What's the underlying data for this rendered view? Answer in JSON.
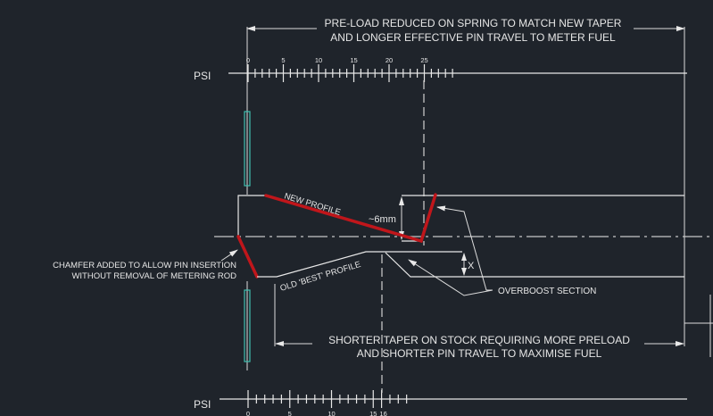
{
  "top_note": {
    "line1": "PRE-LOAD REDUCED ON SPRING TO MATCH NEW TAPER",
    "line2": "AND LONGER EFFECTIVE PIN TRAVEL TO METER FUEL"
  },
  "bottom_note": {
    "line1": "SHORTER TAPER ON STOCK REQUIRING MORE PRELOAD",
    "line2": "AND SHORTER PIN TRAVEL TO MAXIMISE FUEL"
  },
  "top_scale": {
    "unit_label": "PSI",
    "max_minor": 29,
    "marker_psi": 25,
    "tick_labels": [
      "0",
      "5",
      "10",
      "15",
      "20",
      "25"
    ],
    "tick_values": [
      0,
      5,
      10,
      15,
      20,
      25
    ]
  },
  "bottom_scale": {
    "unit_label": "PSI",
    "max_minor": 19,
    "marker_psi": 16,
    "tick_labels": [
      "0",
      "5",
      "10",
      "15",
      "16"
    ],
    "tick_values": [
      0,
      5,
      10,
      15,
      16
    ]
  },
  "labels": {
    "new_profile": "NEW PROFILE",
    "old_profile": "OLD 'BEST' PROFILE",
    "six_mm": "~6mm",
    "x_dim": "X",
    "overboost": "OVERBOOST SECTION",
    "chamfer_line1": "CHAMFER ADDED TO ALLOW PIN INSERTION",
    "chamfer_line2": "WITHOUT REMOVAL OF METERING ROD"
  },
  "colors": {
    "background": "#1f242b",
    "profile_red": "#c0161b",
    "pin_cyan": "#3fbfb0"
  }
}
